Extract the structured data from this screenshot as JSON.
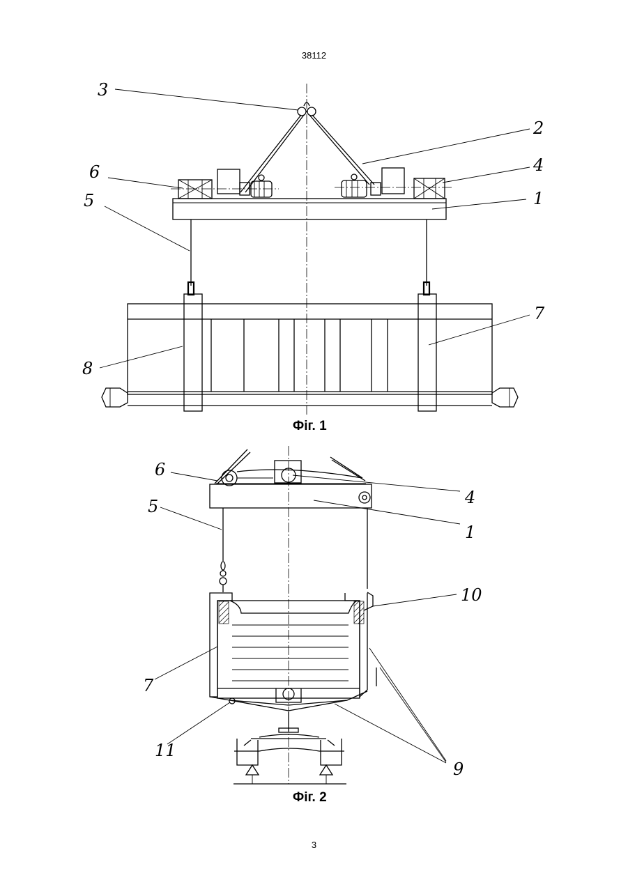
{
  "header": {
    "document_number": "38112"
  },
  "footer": {
    "page_number": "3"
  },
  "figure1": {
    "caption": "Фіг. 1",
    "labels": [
      "3",
      "2",
      "6",
      "4",
      "5",
      "1",
      "7",
      "8"
    ]
  },
  "figure2": {
    "caption": "Фіг. 2",
    "labels": [
      "6",
      "4",
      "5",
      "1",
      "10",
      "7",
      "11",
      "9"
    ]
  }
}
